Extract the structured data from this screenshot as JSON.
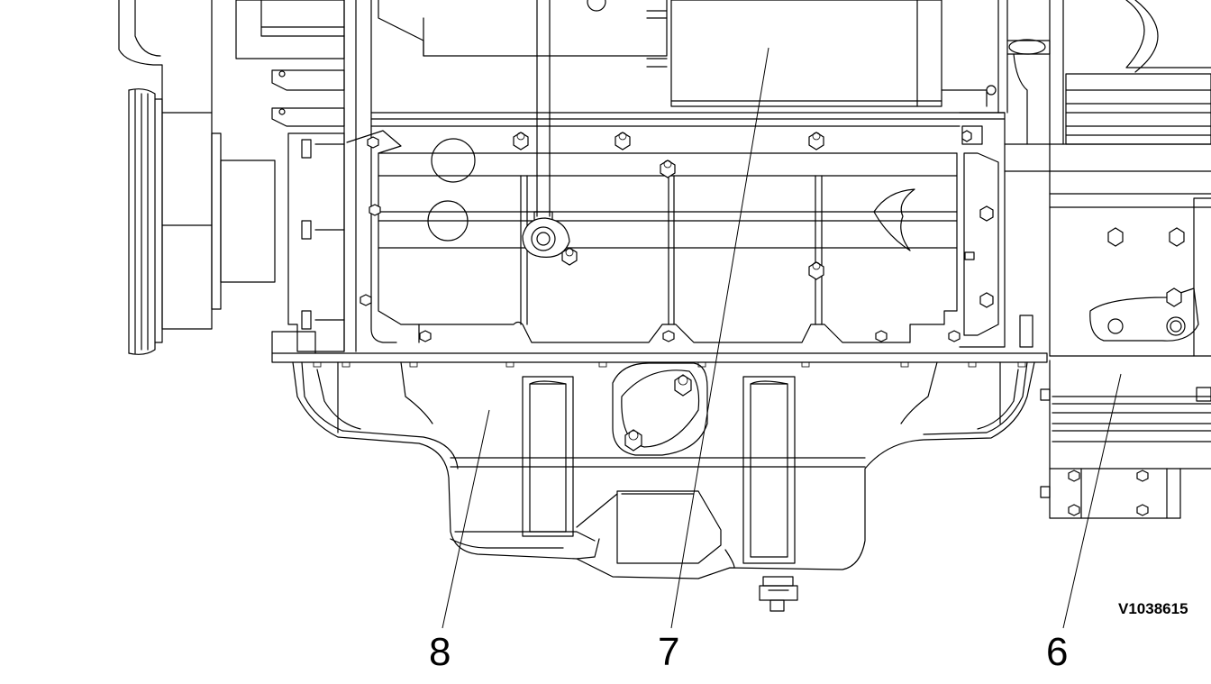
{
  "figure": {
    "reference_code": "V1038615",
    "callouts": [
      {
        "id": "8",
        "label": "8"
      },
      {
        "id": "7",
        "label": "7"
      },
      {
        "id": "6",
        "label": "6"
      }
    ]
  }
}
